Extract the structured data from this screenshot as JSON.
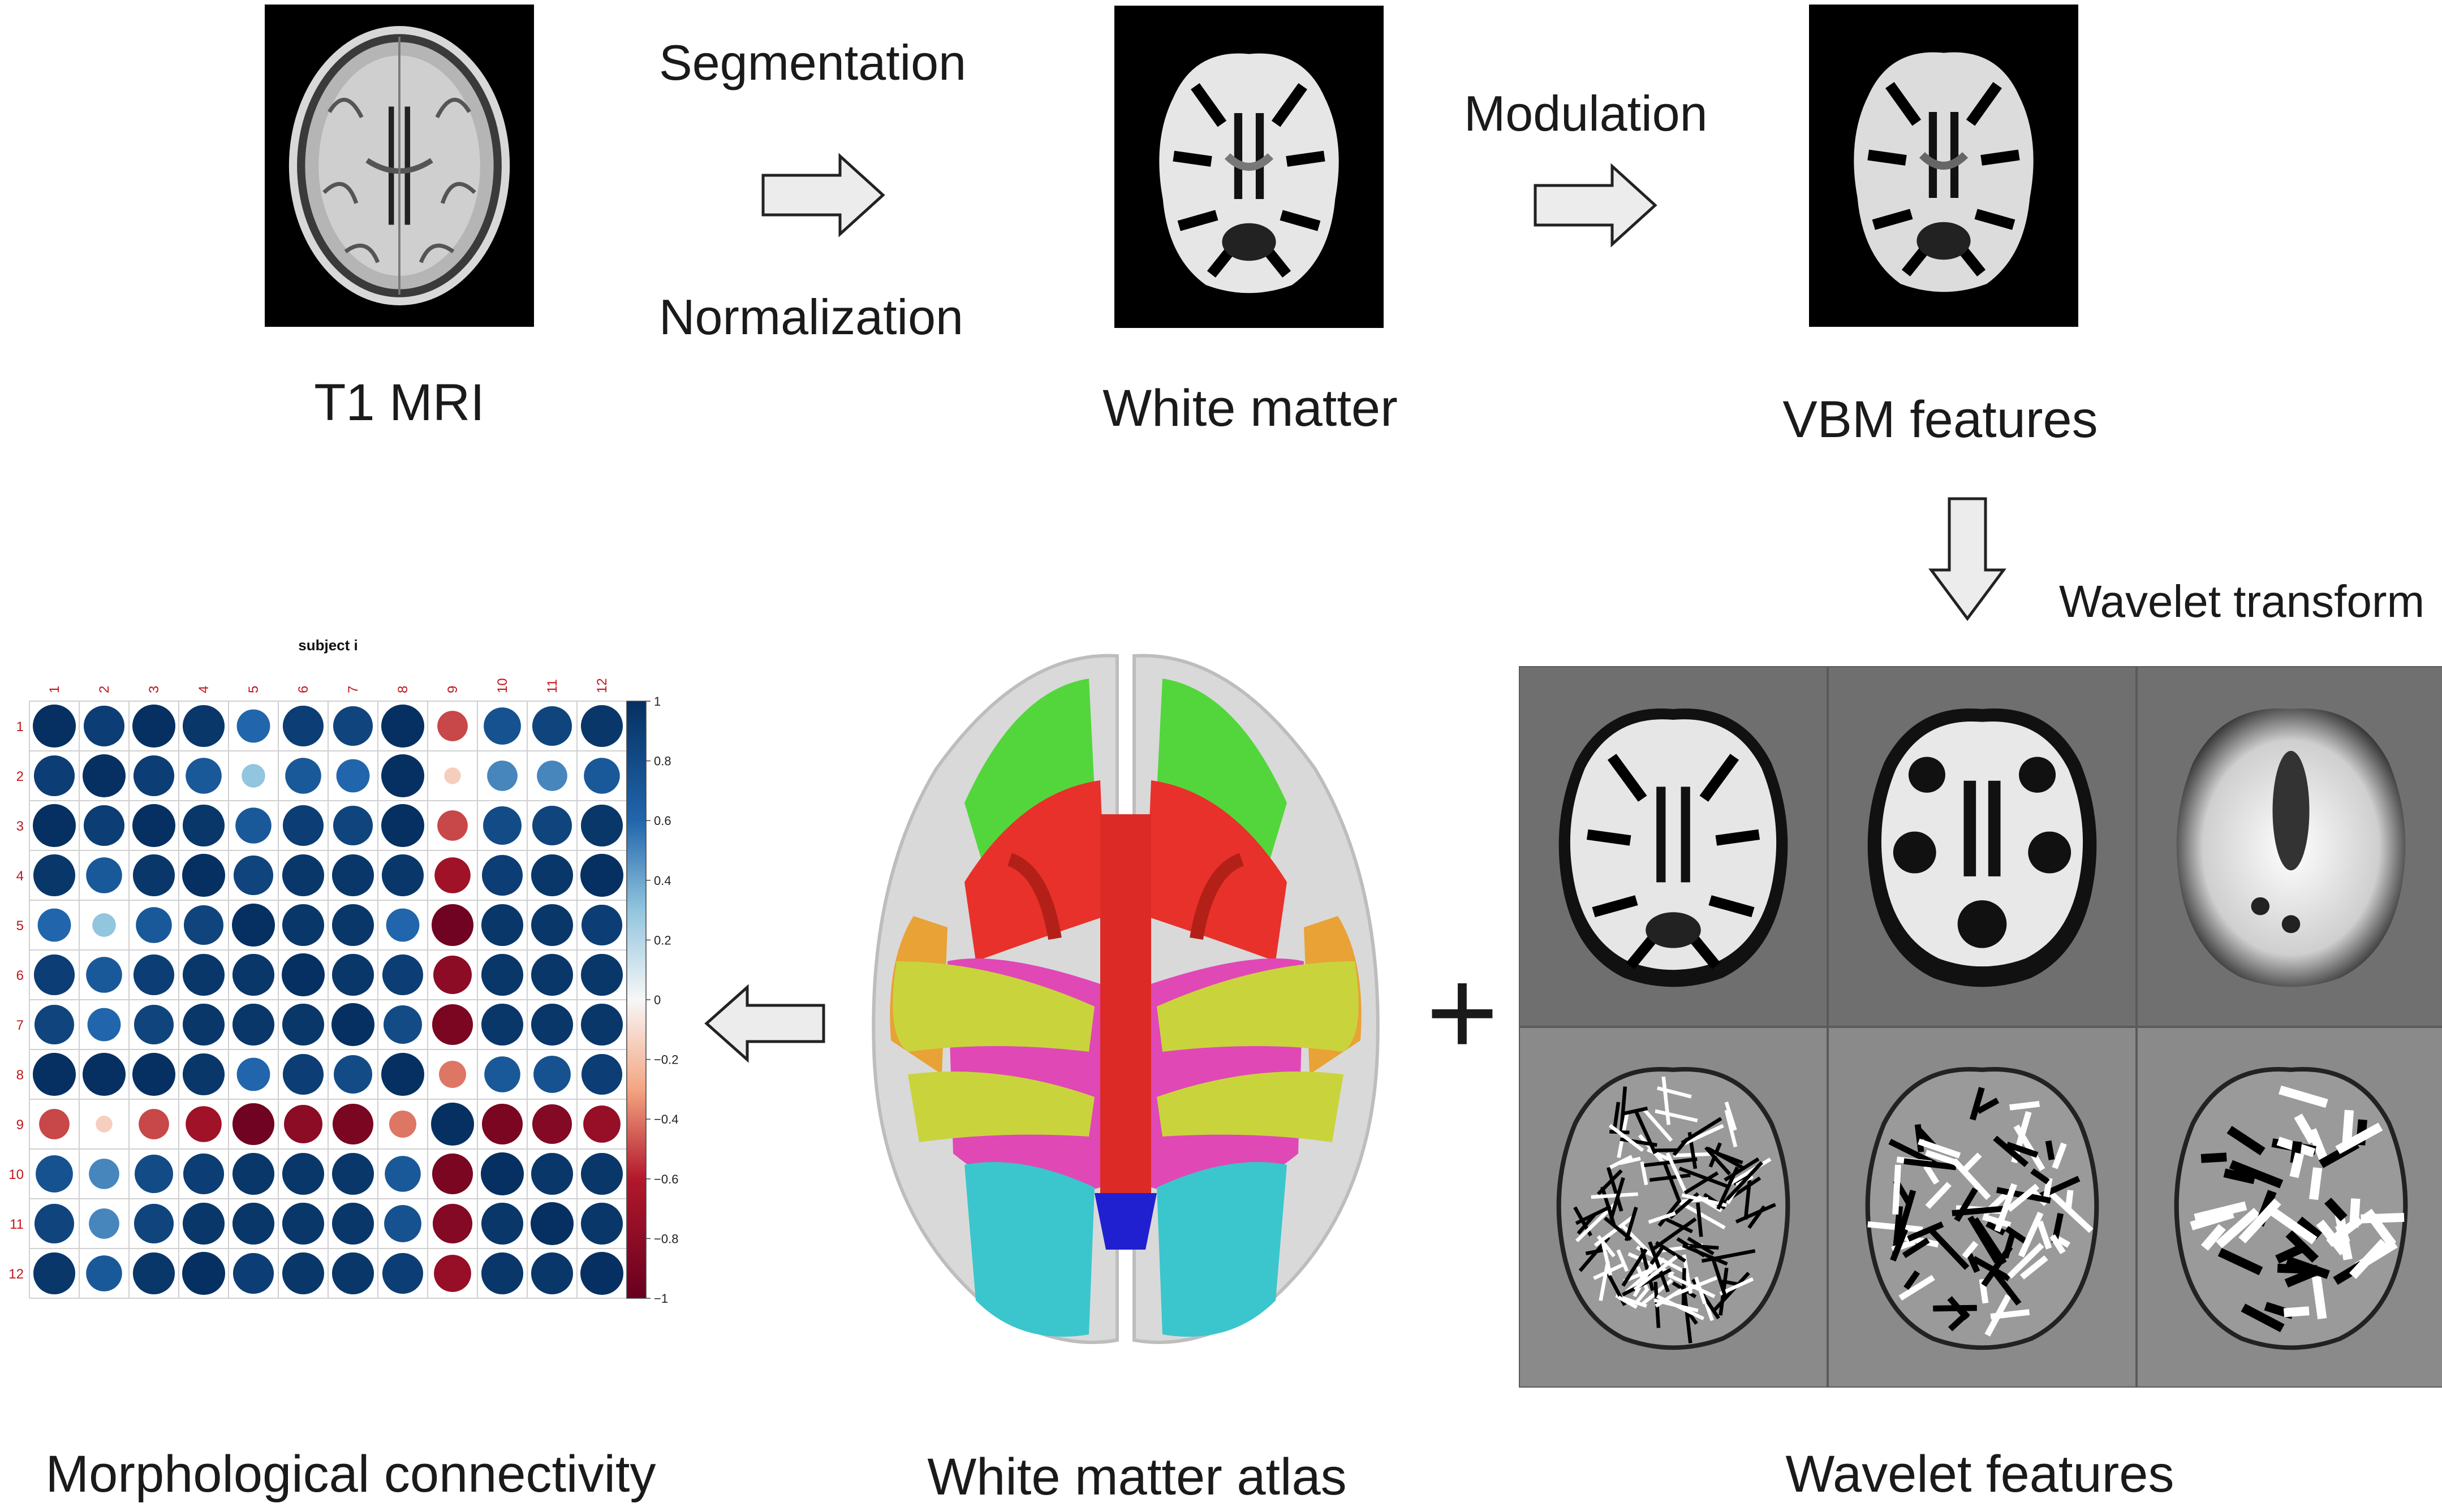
{
  "pipeline": {
    "t1_caption": "T1 MRI",
    "wm_caption": "White matter",
    "vbm_caption": "VBM features",
    "step1_top": "Segmentation",
    "step1_bottom": "Normalization",
    "step2": "Modulation",
    "step3": "Wavelet transform",
    "atlas_caption": "White matter atlas",
    "wavelet_caption": "Wavelet features",
    "connectivity_caption": "Morphological connectivity",
    "plus": "+"
  },
  "chart_data": {
    "type": "heatmap",
    "title": "subject i",
    "row_labels": [
      "1",
      "2",
      "3",
      "4",
      "5",
      "6",
      "7",
      "8",
      "9",
      "10",
      "11",
      "12"
    ],
    "col_labels": [
      "1",
      "2",
      "3",
      "4",
      "5",
      "6",
      "7",
      "8",
      "9",
      "10",
      "11",
      "12"
    ],
    "values": [
      [
        1.0,
        0.9,
        1.0,
        0.95,
        0.6,
        0.9,
        0.85,
        1.0,
        -0.5,
        0.75,
        0.85,
        0.95
      ],
      [
        0.9,
        1.0,
        0.9,
        0.7,
        0.3,
        0.7,
        0.6,
        1.0,
        -0.15,
        0.5,
        0.5,
        0.7
      ],
      [
        1.0,
        0.9,
        1.0,
        0.95,
        0.7,
        0.9,
        0.85,
        1.0,
        -0.5,
        0.8,
        0.85,
        0.95
      ],
      [
        0.95,
        0.7,
        0.95,
        1.0,
        0.85,
        0.95,
        0.95,
        0.95,
        -0.7,
        0.9,
        0.95,
        1.0
      ],
      [
        0.6,
        0.3,
        0.7,
        0.85,
        1.0,
        0.95,
        0.95,
        0.6,
        -0.95,
        0.95,
        0.95,
        0.9
      ],
      [
        0.9,
        0.7,
        0.9,
        0.95,
        0.95,
        1.0,
        0.95,
        0.9,
        -0.8,
        0.95,
        0.95,
        0.95
      ],
      [
        0.85,
        0.6,
        0.85,
        0.95,
        0.95,
        0.95,
        1.0,
        0.8,
        -0.9,
        0.95,
        0.95,
        0.95
      ],
      [
        1.0,
        1.0,
        1.0,
        0.95,
        0.6,
        0.9,
        0.8,
        1.0,
        -0.4,
        0.7,
        0.75,
        0.9
      ],
      [
        -0.5,
        -0.15,
        -0.5,
        -0.7,
        -0.95,
        -0.8,
        -0.9,
        -0.4,
        1.0,
        -0.9,
        -0.85,
        -0.75
      ],
      [
        0.75,
        0.5,
        0.8,
        0.9,
        0.95,
        0.95,
        0.95,
        0.7,
        -0.9,
        1.0,
        0.95,
        0.95
      ],
      [
        0.85,
        0.5,
        0.85,
        0.95,
        0.95,
        0.95,
        0.95,
        0.75,
        -0.85,
        0.95,
        1.0,
        0.95
      ],
      [
        0.95,
        0.7,
        0.95,
        1.0,
        0.9,
        0.95,
        0.95,
        0.9,
        -0.75,
        0.95,
        0.95,
        1.0
      ]
    ],
    "colorbar_ticks": [
      "1",
      "0.8",
      "0.6",
      "0.4",
      "0.2",
      "0",
      "−0.2",
      "−0.4",
      "−0.6",
      "−0.8",
      "−1"
    ],
    "colorbar_range": [
      -1,
      1
    ],
    "colors": {
      "positive": "#053061",
      "neutral": "#f7f7f7",
      "negative": "#67001f"
    }
  }
}
